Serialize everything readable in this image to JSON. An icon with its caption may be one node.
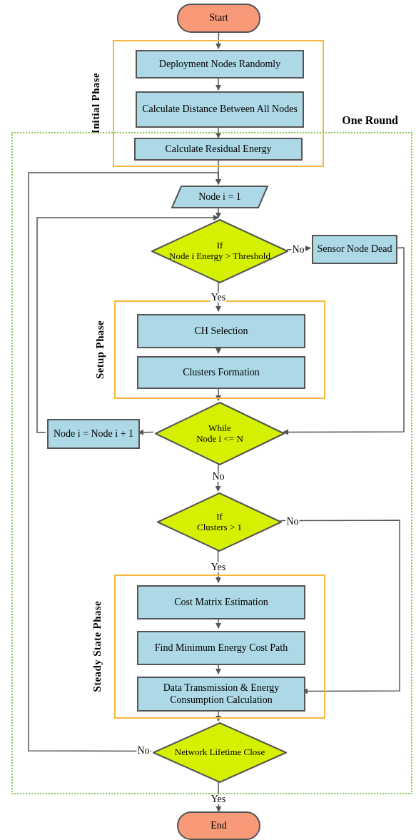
{
  "diagram": {
    "nodes": [
      {
        "text": [
          "Start"
        ]
      },
      {
        "text": [
          "Initial Phase"
        ]
      },
      {
        "text": [
          "Deployment Nodes Randomly"
        ],
        "in": 1
      },
      {
        "text": [
          "Calculate Distance Between All Nodes"
        ],
        "in": 1
      },
      {
        "text": [
          "Calculate Residual Energy"
        ]
      },
      {
        "text": [
          "One Round"
        ]
      },
      {
        "text": [
          "Node i = 1"
        ],
        "in": 5
      },
      {
        "text": [
          "If",
          "Node i Energy > Threshold"
        ],
        "in": 5
      },
      {
        "text": [
          "Sensor Node Dead"
        ],
        "in": 5
      },
      {
        "text": [
          "Setup Phase"
        ],
        "in": 5
      },
      {
        "text": [
          "CH Selection"
        ],
        "in": 9
      },
      {
        "text": [
          "Clusters Formation"
        ],
        "in": 9
      },
      {
        "text": [
          "While",
          "Node i <= N"
        ],
        "in": 5
      },
      {
        "text": [
          "Node i = Node i + 1"
        ],
        "in": 5
      },
      {
        "text": [
          "If",
          "Clusters > 1"
        ],
        "in": 5
      },
      {
        "text": [
          "Steady State Phase"
        ],
        "in": 5
      },
      {
        "text": [
          "Cost Matrix Estimation"
        ],
        "in": 15
      },
      {
        "text": [
          "Find Minimum Energy Cost Path"
        ],
        "in": 15
      },
      {
        "text": [
          "Data Transmission & Energy Consumption Calculation"
        ],
        "in": 15
      },
      {
        "text": [
          "Network Lifetime Close"
        ],
        "in": 5
      },
      {
        "text": [
          "End"
        ]
      }
    ],
    "edges": [
      {
        "from": 0,
        "to": 2,
        "arrow": "to"
      },
      {
        "from": 2,
        "to": 3,
        "arrow": "to"
      },
      {
        "from": 3,
        "to": 4,
        "arrow": "to"
      },
      {
        "from": 4,
        "to": 6,
        "arrow": "to"
      },
      {
        "from": 6,
        "to": 7,
        "arrow": "to"
      },
      {
        "from": 7,
        "to": 10,
        "arrow": "to",
        "label": "Yes"
      },
      {
        "from": 7,
        "to": 8,
        "arrow": "to",
        "label": "No"
      },
      {
        "from": 10,
        "to": 11,
        "arrow": "to"
      },
      {
        "from": 11,
        "to": 12,
        "arrow": "to"
      },
      {
        "from": 8,
        "to": 12,
        "arrow": "to"
      },
      {
        "from": 12,
        "to": 13,
        "arrow": "to"
      },
      {
        "from": 13,
        "to": 7,
        "arrow": "to"
      },
      {
        "from": 12,
        "to": 14,
        "arrow": "to",
        "label": "No"
      },
      {
        "from": 14,
        "to": 16,
        "arrow": "to",
        "label": "Yes"
      },
      {
        "from": 14,
        "to": 18,
        "arrow": "to",
        "label": "No"
      },
      {
        "from": 16,
        "to": 17,
        "arrow": "to"
      },
      {
        "from": 17,
        "to": 18,
        "arrow": "to"
      },
      {
        "from": 18,
        "to": 19,
        "arrow": "to"
      },
      {
        "from": 19,
        "to": 6,
        "arrow": "to",
        "label": "No"
      },
      {
        "from": 19,
        "to": 20,
        "arrow": "to",
        "label": "Yes"
      }
    ]
  }
}
